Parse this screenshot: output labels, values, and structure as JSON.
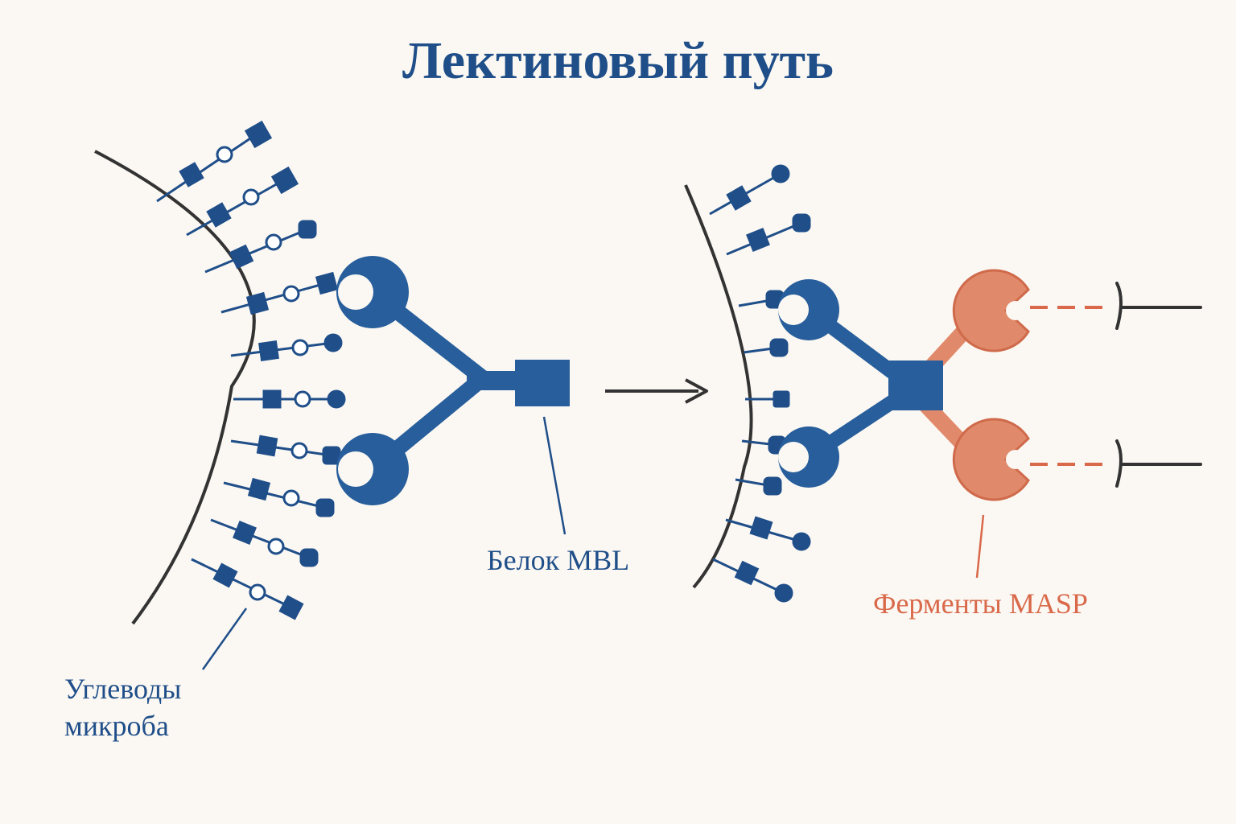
{
  "title": "Лектиновый путь",
  "labels": {
    "carbohydrates_line1": "Углеводы",
    "carbohydrates_line2": "микроба",
    "mbl_protein": "Белок MBL",
    "masp_enzymes": "Ферменты MASP"
  },
  "colors": {
    "title": "#1f4e89",
    "mbl": "#275e9b",
    "carbohydrate": "#1f4e89",
    "masp_fill": "#e08a6b",
    "masp_stroke": "#cf6a4b",
    "membrane": "#333333",
    "background": "#fbf8f3"
  }
}
